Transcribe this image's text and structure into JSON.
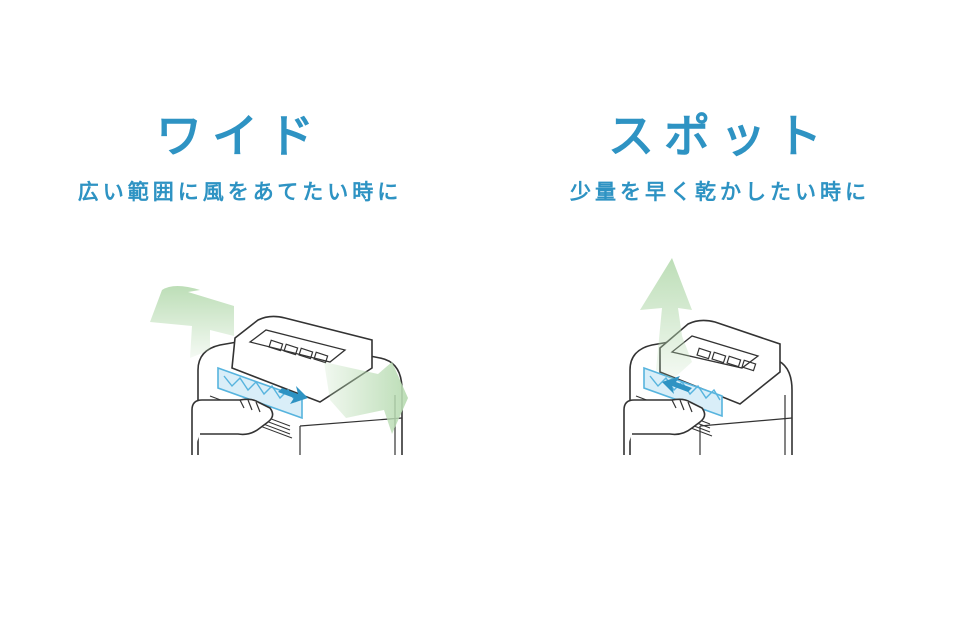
{
  "modes": [
    {
      "title": "ワイド",
      "description": "広い範囲に風をあてたい時に",
      "illustration": "wide-airflow-dehumidifier",
      "arrow_direction": "right"
    },
    {
      "title": "スポット",
      "description": "少量を早く乾かしたい時に",
      "illustration": "spot-airflow-dehumidifier",
      "arrow_direction": "left"
    }
  ],
  "colors": {
    "accent": "#2e93c3",
    "airflow": "#b9dcb3",
    "louver": "#57b4de",
    "line": "#333333"
  }
}
